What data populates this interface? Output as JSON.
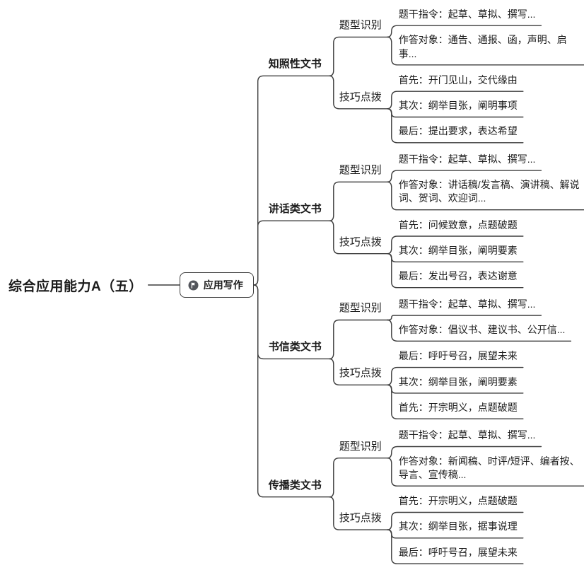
{
  "root": {
    "label": "综合应用能力A（五）"
  },
  "hub": {
    "label": "应用写作",
    "icon": "flag-circle-icon"
  },
  "branches": [
    {
      "label": "知照性文书",
      "groups": [
        {
          "label": "题型识别",
          "items": [
            "题干指令：起草、草拟、撰写...",
            "作答对象：通告、通报、函，声明、启事..."
          ]
        },
        {
          "label": "技巧点拨",
          "items": [
            "首先：开门见山，交代缘由",
            "其次：纲举目张，阐明事项",
            "最后：提出要求，表达希望"
          ]
        }
      ]
    },
    {
      "label": "讲话类文书",
      "groups": [
        {
          "label": "题型识别",
          "items": [
            "题干指令：起草、草拟、撰写...",
            "作答对象：讲话稿/发言稿、演讲稿、解说词、贺词、欢迎词..."
          ]
        },
        {
          "label": "技巧点拨",
          "items": [
            "首先：问候致意，点题破题",
            "其次：纲举目张，阐明要素",
            "最后：发出号召，表达谢意"
          ]
        }
      ]
    },
    {
      "label": "书信类文书",
      "groups": [
        {
          "label": "题型识别",
          "items": [
            "题干指令：起草、草拟、撰写...",
            "作答对象：倡议书、建议书、公开信..."
          ]
        },
        {
          "label": "技巧点拨",
          "items": [
            "最后：呼吁号召，展望未来",
            "其次：纲举目张，阐明要素",
            "首先：开宗明义，点题破题"
          ]
        }
      ]
    },
    {
      "label": "传播类文书",
      "groups": [
        {
          "label": "题型识别",
          "items": [
            "题干指令：起草、草拟、撰写...",
            "作答对象：新闻稿、时评/短评、编者按、导言、宣传稿..."
          ]
        },
        {
          "label": "技巧点拨",
          "items": [
            "首先：开宗明义，点题破题",
            "其次：纲举目张，据事说理",
            "最后：呼吁号召，展望未来"
          ]
        }
      ]
    }
  ],
  "colors": {
    "line": "#3d3d3d",
    "text": "#1b1b1b",
    "box_border": "#3d3d3d",
    "icon_bg": "#53565c",
    "icon_glyph": "#ffffff"
  }
}
